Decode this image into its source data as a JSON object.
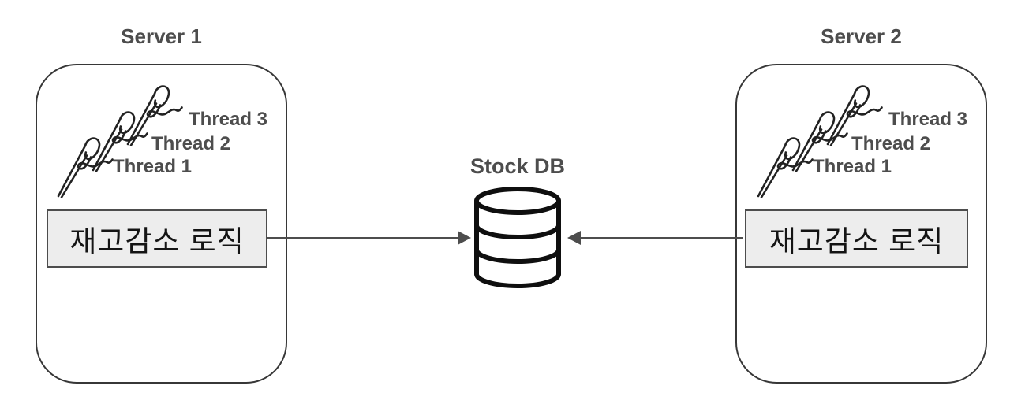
{
  "colors": {
    "background": "#ffffff",
    "text_gray": "#4d4d4d",
    "server_border": "#373737",
    "logic_box_fill": "#ededed",
    "logic_box_border": "#4d4d4d",
    "arrow": "#4d4d4d",
    "db_stroke": "#0f0f0f",
    "needle_stroke": "#222222",
    "korean_text": "#141414"
  },
  "server1": {
    "title": "Server 1",
    "thread1": "Thread 1",
    "thread2": "Thread 2",
    "thread3": "Thread 3",
    "logic_label": "재고감소 로직"
  },
  "server2": {
    "title": "Server 2",
    "thread1": "Thread 1",
    "thread2": "Thread 2",
    "thread3": "Thread 3",
    "logic_label": "재고감소 로직"
  },
  "database": {
    "label": "Stock DB"
  },
  "icons": {
    "needle": "needle-and-thread-icon",
    "database": "database-cylinder-icon",
    "arrow_right": "arrowhead-right-icon",
    "arrow_left": "arrowhead-left-icon"
  },
  "connections": [
    {
      "from": "server1-logic-box",
      "to": "stock-db",
      "arrow_points": "right-into-db"
    },
    {
      "from": "server2-logic-box",
      "to": "stock-db",
      "arrow_points": "left-into-db"
    }
  ]
}
